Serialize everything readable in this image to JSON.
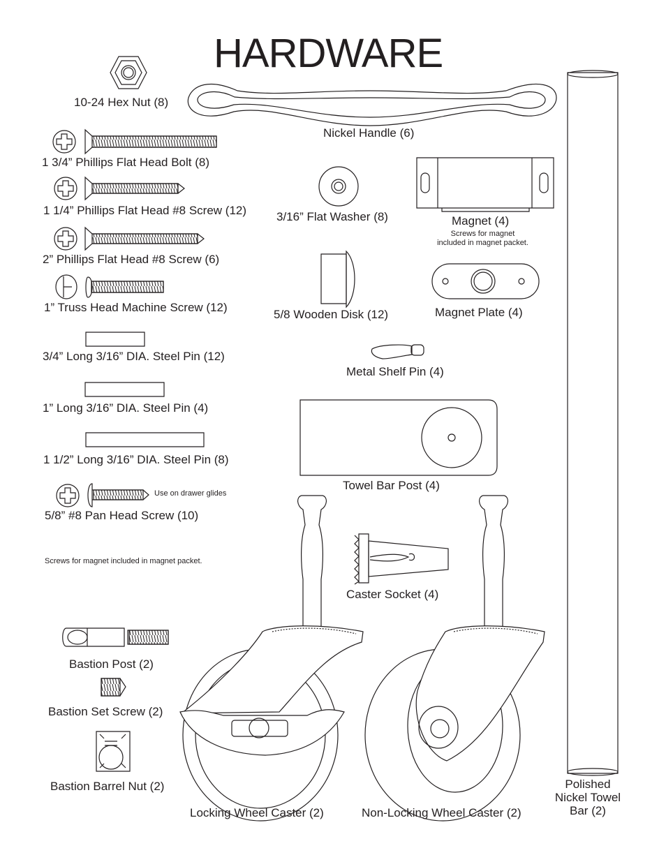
{
  "title": "HARDWARE",
  "items": {
    "hex_nut": "10-24 Hex Nut (8)",
    "nickel_handle": "Nickel Handle (6)",
    "flat_head_bolt": "1 3/4” Phillips Flat Head Bolt (8)",
    "screw_1_25": "1 1/4” Phillips Flat Head #8 Screw (12)",
    "screw_2": "2” Phillips Flat Head #8 Screw (6)",
    "truss_screw": "1” Truss Head Machine Screw (12)",
    "pin_3_4": "3/4” Long 3/16” DIA. Steel Pin (12)",
    "pin_1": "1” Long 3/16” DIA. Steel Pin (4)",
    "pin_1_5": "1 1/2” Long 3/16” DIA. Steel Pin (8)",
    "pan_head_screw": "5/8” #8 Pan Head Screw (10)",
    "flat_washer": "3/16” Flat Washer (8)",
    "magnet": "Magnet (4)",
    "wooden_disk": "5/8 Wooden Disk (12)",
    "magnet_plate": "Magnet Plate (4)",
    "metal_shelf_pin": "Metal Shelf Pin (4)",
    "towel_bar_post": "Towel Bar Post (4)",
    "caster_socket": "Caster Socket (4)",
    "bastion_post": "Bastion Post (2)",
    "bastion_set_screw": "Bastion Set Screw (2)",
    "bastion_barrel_nut": "Bastion Barrel Nut (2)",
    "locking_caster": "Locking Wheel Caster (2)",
    "non_locking_caster": "Non-Locking Wheel Caster (2)",
    "towel_bar_line1": "Polished",
    "towel_bar_line2": "Nickel Towel",
    "towel_bar_line3": "Bar (2)"
  },
  "notes": {
    "magnet_screws_line1": "Screws for magnet",
    "magnet_screws_line2": "included in magnet packet.",
    "drawer_glides": "Use on drawer glides",
    "magnet_footnote": "Screws for magnet included in magnet packet."
  },
  "icons": [
    "hex-nut-icon",
    "nickel-handle-icon",
    "phillips-bolt-icon",
    "phillips-screw-icon",
    "truss-screw-icon",
    "steel-pin-icon",
    "pan-head-screw-icon",
    "flat-washer-icon",
    "magnet-icon",
    "wooden-disk-icon",
    "magnet-plate-icon",
    "shelf-pin-icon",
    "towel-bar-post-icon",
    "caster-socket-icon",
    "bastion-post-icon",
    "set-screw-icon",
    "barrel-nut-icon",
    "locking-caster-icon",
    "non-locking-caster-icon",
    "towel-bar-icon"
  ]
}
